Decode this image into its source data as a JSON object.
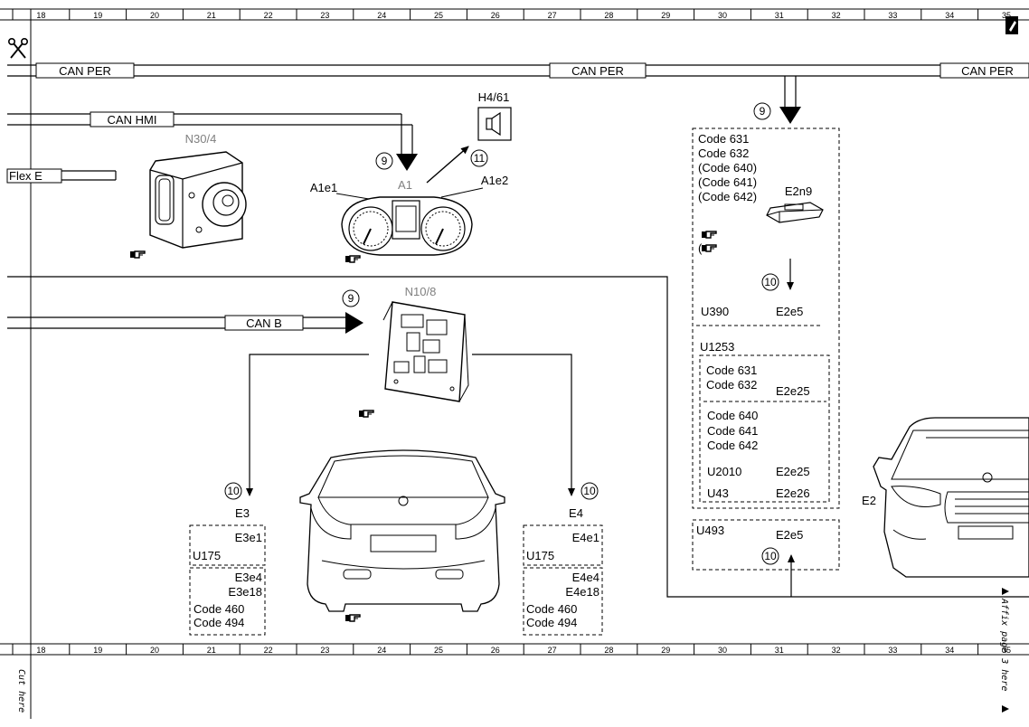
{
  "ruler": {
    "columns": [
      "18",
      "19",
      "20",
      "21",
      "22",
      "23",
      "24",
      "25",
      "26",
      "27",
      "28",
      "29",
      "30",
      "31",
      "32",
      "33",
      "34",
      "35"
    ]
  },
  "margin": {
    "cut_here": "Cut here",
    "affix_page": "Affix page 3 here"
  },
  "bus": {
    "can_per": "CAN PER",
    "can_hmi": "CAN HMI",
    "can_b": "CAN B",
    "flex_e": "Flex E"
  },
  "components": {
    "n30_4": "N30/4",
    "a1": "A1",
    "a1e1": "A1e1",
    "a1e2": "A1e2",
    "h4_61": "H4/61",
    "n10_8": "N10/8",
    "e2n9": "E2n9",
    "e2": "E2",
    "e3": "E3",
    "e4": "E4"
  },
  "circled": {
    "nine": "9",
    "ten": "10",
    "eleven": "11"
  },
  "e2_block": {
    "codes": [
      "Code 631",
      "Code 632",
      "(Code 640)",
      "(Code 641)",
      "(Code 642)"
    ],
    "u390": "U390",
    "e2e5": "E2e5",
    "u1253": "U1253",
    "sub_codes_a": [
      "Code 631",
      "Code 632"
    ],
    "e2e25": "E2e25",
    "sub_codes_b": [
      "Code 640",
      "Code 641",
      "Code 642"
    ],
    "u2010": "U2010",
    "u43": "U43",
    "e2e26": "E2e26",
    "u493": "U493"
  },
  "e3_block": {
    "e3e1": "E3e1",
    "u175": "U175",
    "e3e4": "E3e4",
    "e3e18": "E3e18",
    "code460": "Code 460",
    "code494": "Code 494"
  },
  "e4_block": {
    "e4e1": "E4e1",
    "u175": "U175",
    "e4e4": "E4e4",
    "e4e18": "E4e18",
    "code460": "Code 460",
    "code494": "Code 494"
  },
  "icons": [
    "scissors-icon",
    "hand-pointer-icon",
    "speaker-icon",
    "pen-icon"
  ]
}
